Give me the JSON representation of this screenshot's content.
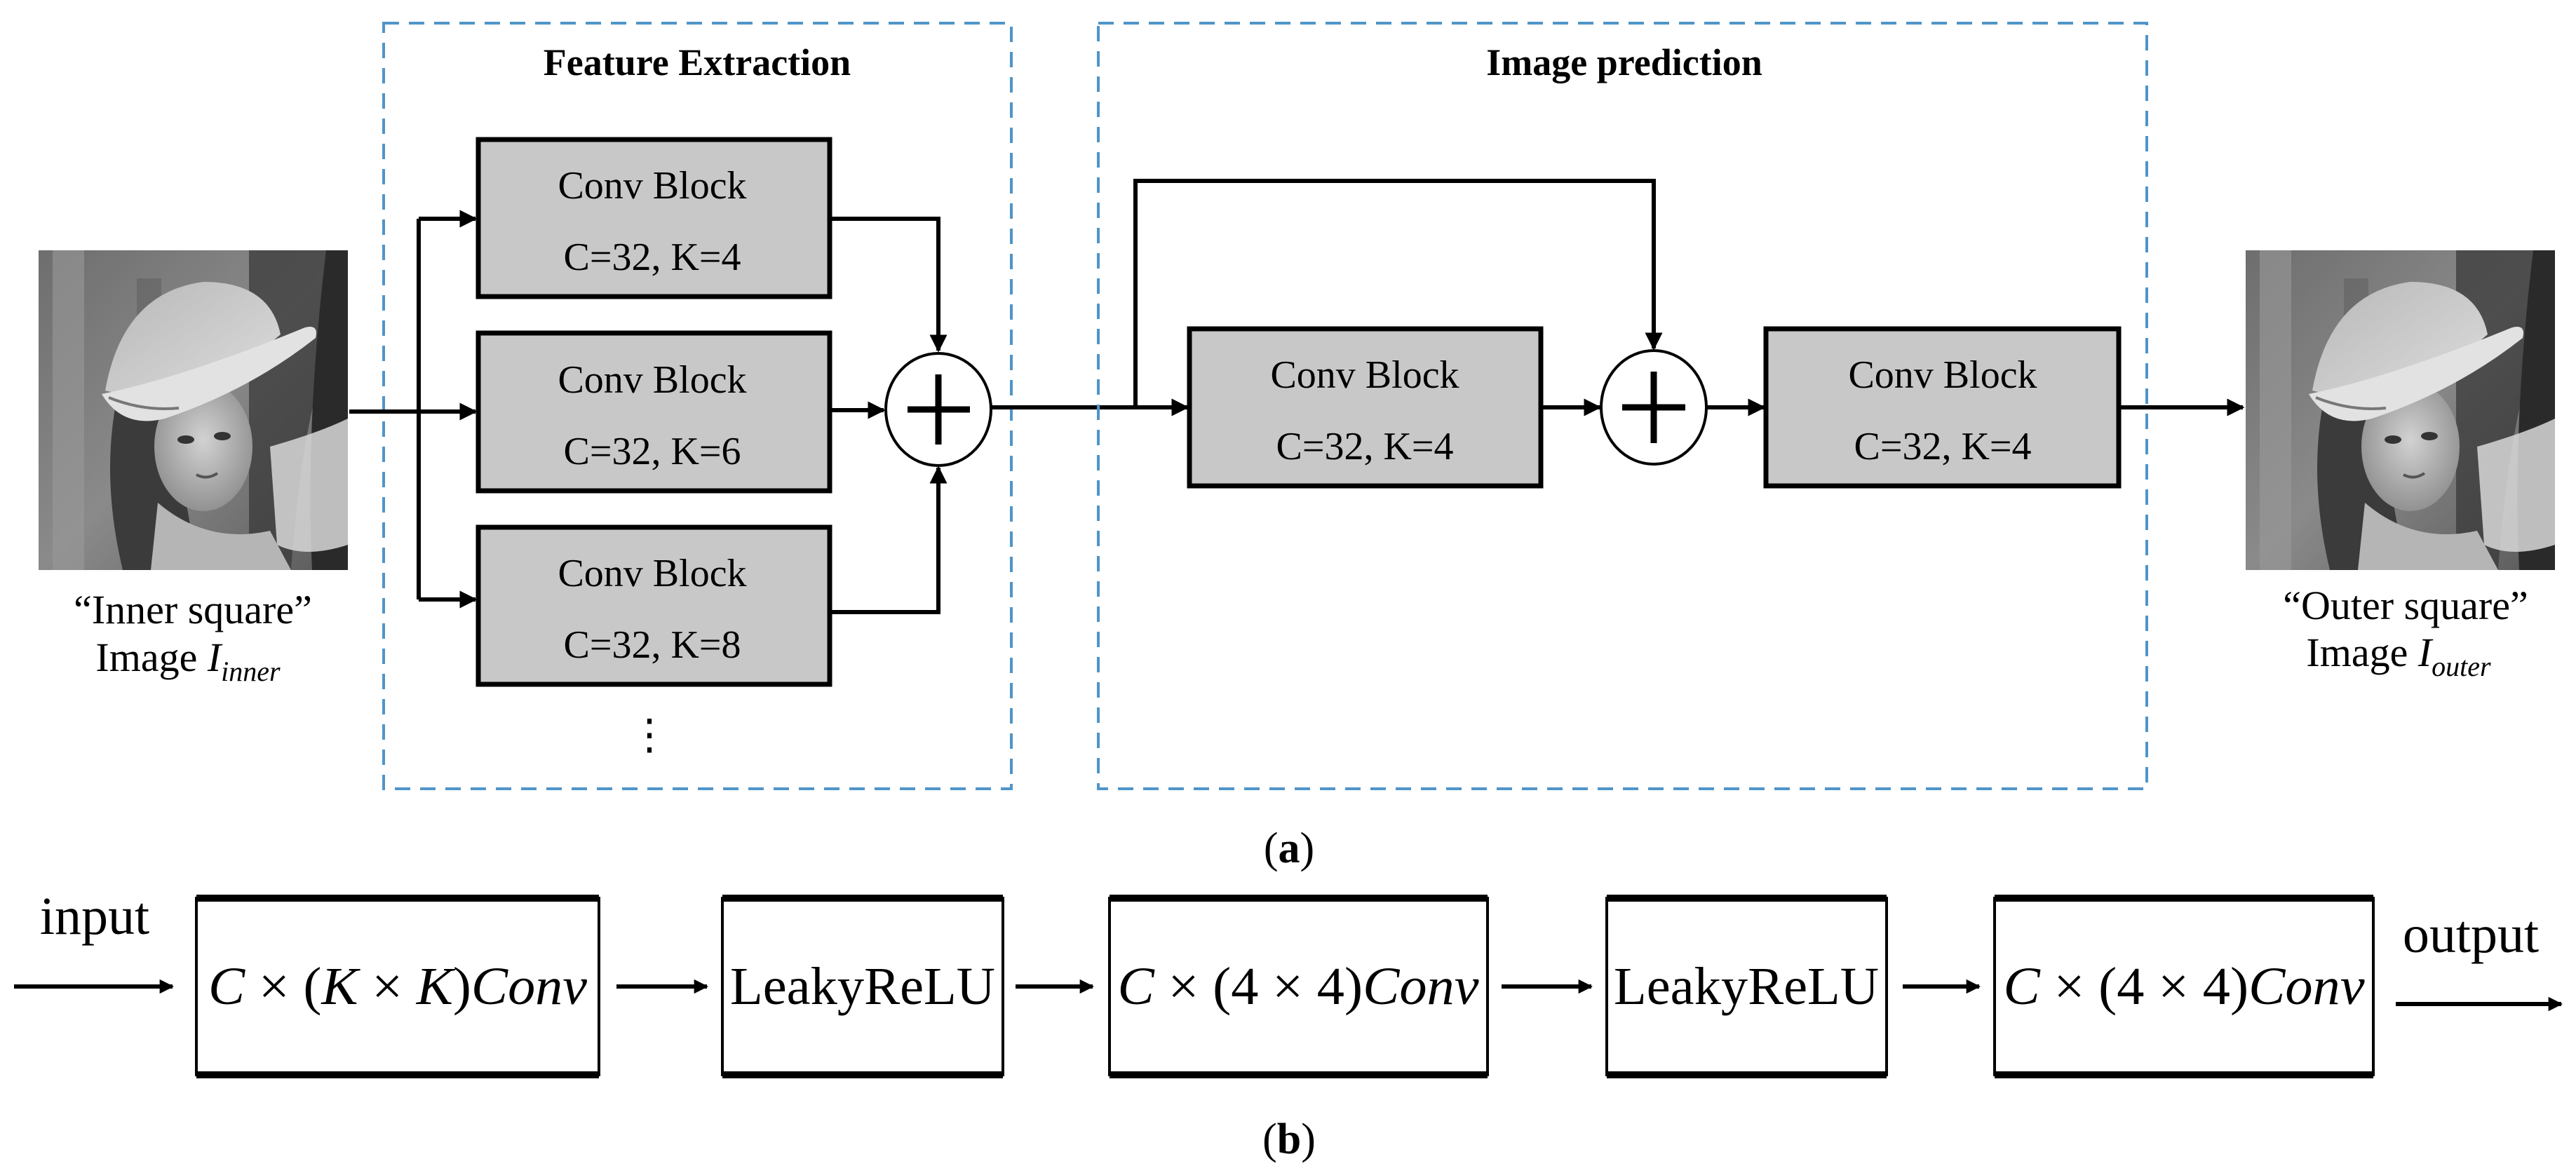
{
  "figure": {
    "panel_a": {
      "label_open": "(",
      "label_letter": "a",
      "label_close": ")",
      "input_image": {
        "caption_line1": "“Inner square”",
        "caption_line2_prefix": "Image ",
        "symbol": "I",
        "subscript": "inner"
      },
      "output_image": {
        "caption_line1": "“Outer square”",
        "caption_line2_prefix": "Image ",
        "symbol": "I",
        "subscript": "outer"
      },
      "feature_extraction": {
        "title": "Feature Extraction",
        "blocks": [
          {
            "name": "Conv Block",
            "params": "C=32, K=4"
          },
          {
            "name": "Conv Block",
            "params": "C=32, K=6"
          },
          {
            "name": "Conv Block",
            "params": "C=32, K=8"
          }
        ],
        "ellipsis": "⋮",
        "sum_symbol": "+"
      },
      "image_prediction": {
        "title": "Image prediction",
        "blocks": [
          {
            "name": "Conv Block",
            "params": "C=32, K=4"
          },
          {
            "name": "Conv Block",
            "params": "C=32, K=4"
          }
        ],
        "sum_symbol": "+"
      },
      "colors": {
        "group_border": "#4f95c9",
        "block_fill": "#c8c8c8",
        "stroke": "#000000"
      }
    },
    "panel_b": {
      "label_open": "(",
      "label_letter": "b",
      "label_close": ")",
      "input_label": "input",
      "output_label": "output",
      "layers": [
        {
          "kind": "conv",
          "text": "C × (K × K)Conv",
          "c": "C",
          "times1": " × (",
          "k1": "K",
          "times2": " × ",
          "k2": "K",
          "close": ")",
          "conv": "Conv"
        },
        {
          "kind": "act",
          "text": "LeakyReLU"
        },
        {
          "kind": "conv",
          "text": "C × (4 × 4)Conv",
          "c": "C",
          "times1": " × (",
          "k1": "4",
          "times2": " × ",
          "k2": "4",
          "close": ")",
          "conv": "Conv"
        },
        {
          "kind": "act",
          "text": "LeakyReLU"
        },
        {
          "kind": "conv",
          "text": "C × (4 × 4)Conv",
          "c": "C",
          "times1": " × (",
          "k1": "4",
          "times2": " × ",
          "k2": "4",
          "close": ")",
          "conv": "Conv"
        }
      ]
    }
  }
}
